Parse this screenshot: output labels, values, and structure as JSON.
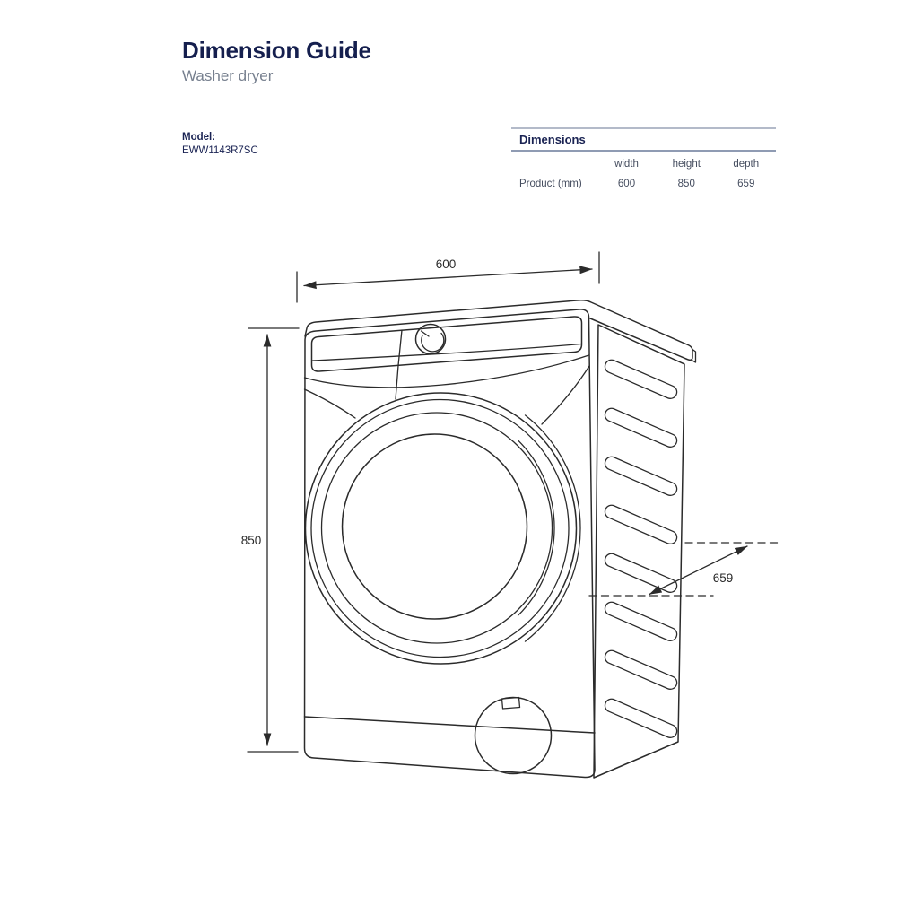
{
  "page": {
    "title": "Dimension Guide",
    "subtitle": "Washer dryer"
  },
  "model": {
    "label": "Model:",
    "value": "EWW1143R7SC"
  },
  "dimensions_table": {
    "title": "Dimensions",
    "columns": [
      "width",
      "height",
      "depth"
    ],
    "row_label": "Product (mm)",
    "values": [
      "600",
      "850",
      "659"
    ]
  },
  "diagram": {
    "subject": "washer-dryer-line-drawing",
    "width_label": "600",
    "height_label": "850",
    "depth_label": "659"
  },
  "colors": {
    "title_navy": "#151f4e",
    "subtitle_slate": "#77808f",
    "table_text": "#454d5f",
    "table_rule_light": "#b3bac9",
    "table_rule_dark": "#8f9bb3",
    "drawing_line": "#2b2b2b",
    "background": "#ffffff"
  }
}
